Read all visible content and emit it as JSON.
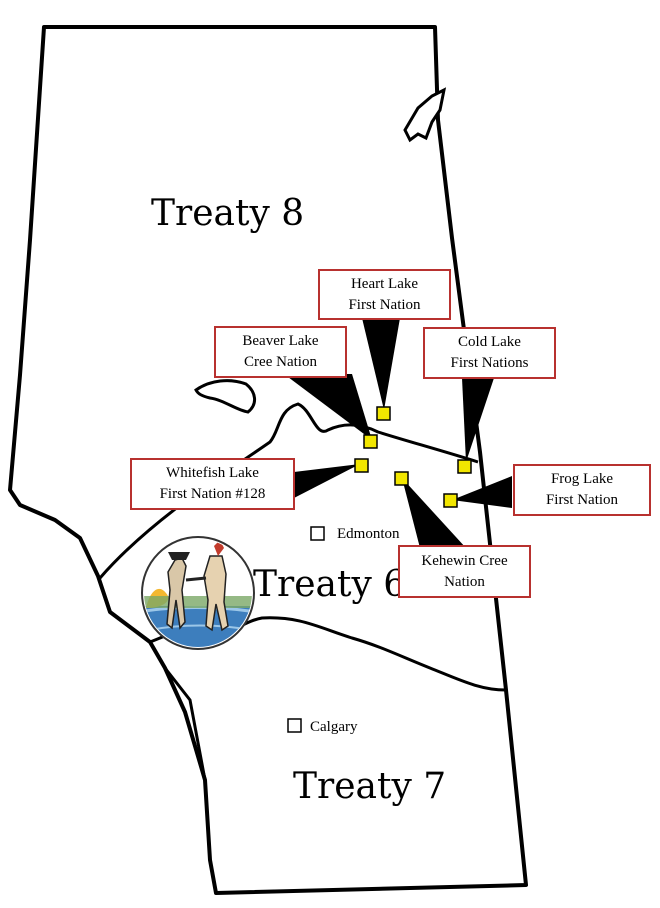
{
  "treaties": {
    "t8": "Treaty 8",
    "t6": "Treaty 6",
    "t7": "Treaty 7"
  },
  "cities": {
    "edmonton": "Edmonton",
    "calgary": "Calgary"
  },
  "nations": {
    "heart_lake": [
      "Heart Lake",
      "First Nation"
    ],
    "beaver_lake": [
      "Beaver Lake",
      "Cree Nation"
    ],
    "cold_lake": [
      "Cold Lake",
      "First Nations"
    ],
    "whitefish_lake": [
      "Whitefish Lake",
      "First Nation #128"
    ],
    "frog_lake": [
      "Frog Lake",
      "First Nation"
    ],
    "kehewin": [
      "Kehewin Cree",
      "Nation"
    ]
  },
  "colors": {
    "marker": "#f2e600",
    "label_border": "#b8312f",
    "outline": "#000000"
  },
  "icons": {
    "seal": "treaty-medal-seal-icon"
  }
}
